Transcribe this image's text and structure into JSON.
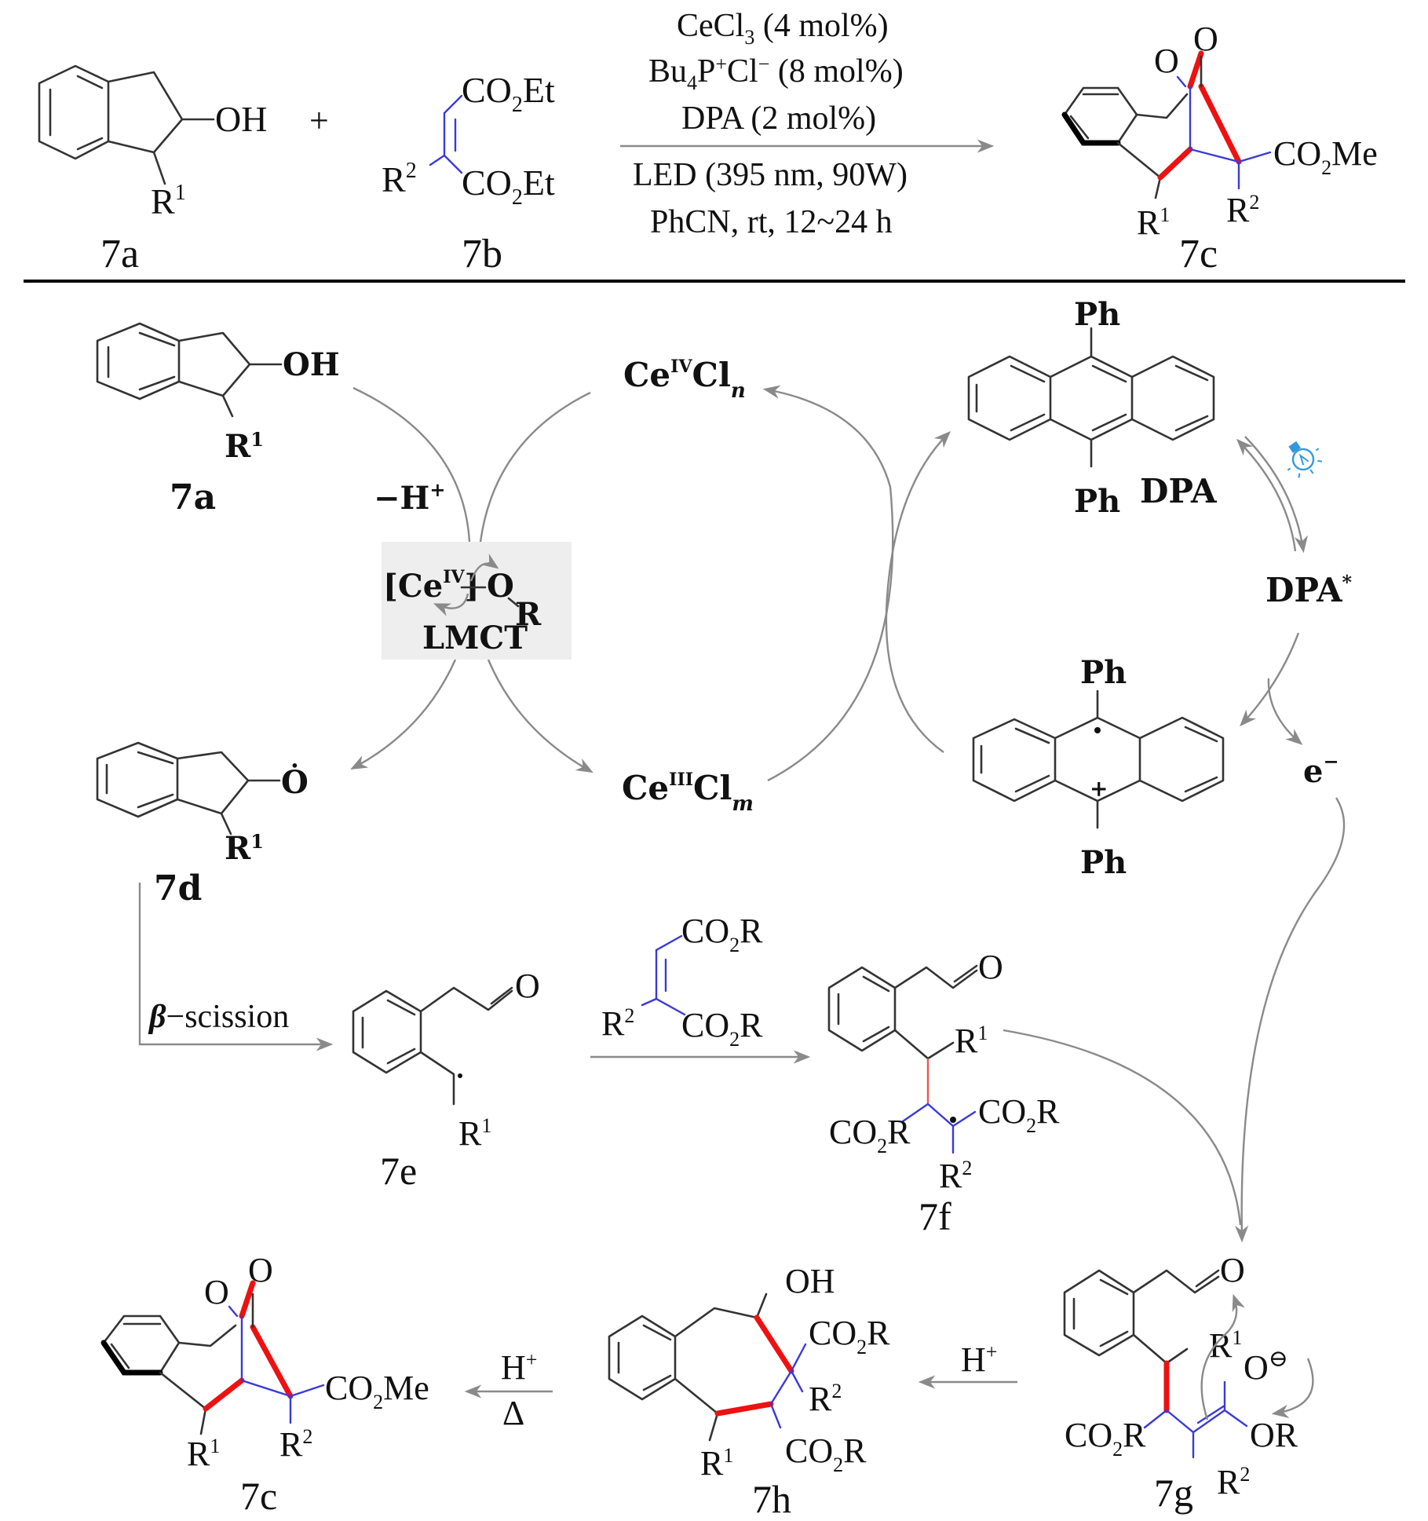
{
  "figure": {
    "type": "reaction-mechanism-scheme",
    "colors": {
      "bond": "#333333",
      "new_bond_highlight": "#ee1111",
      "alkene_fragment": "#3a3ad8",
      "arrow": "#8a8a8a",
      "lmct_box": "#eeeeee",
      "light_icon": "#3399dd"
    }
  },
  "top_reaction": {
    "reactant_1": {
      "label": "7a",
      "groups": [
        "OH",
        "R",
        "1"
      ]
    },
    "plus": "+",
    "reactant_2": {
      "label": "7b",
      "groups": [
        "CO",
        "2",
        "Et",
        "R",
        "2"
      ]
    },
    "conditions_above": [
      {
        "main": "CeCl",
        "sub": "3",
        "rest": " (4 mol%)"
      },
      {
        "main": "Bu",
        "sub": "4",
        "rest": "P",
        "sup": "+",
        "rest2": "Cl",
        "sup2": "−",
        "rest3": " (8 mol%)"
      },
      {
        "main": "DPA (2 mol%)"
      }
    ],
    "conditions_below": [
      "LED (395 nm, 90W)",
      "PhCN, rt, 12~24 h"
    ],
    "product": {
      "label": "7c",
      "groups": [
        "O",
        "O",
        "CO",
        "2",
        "Me",
        "R",
        "1",
        "R",
        "2"
      ]
    }
  },
  "mechanism": {
    "cmp_7a": {
      "label": "7a",
      "oh": "OH",
      "r": "R",
      "r_sup": "1"
    },
    "minus_h": {
      "text": "−H",
      "sup": "+"
    },
    "lmct_box": {
      "ce": "[Ce",
      "ce_sup": "IV",
      "close": "]",
      "o": "O",
      "r": "R",
      "caption": "LMCT"
    },
    "ce4": {
      "main": "Ce",
      "sup": "IV",
      "cl": "Cl",
      "sub": "n"
    },
    "ce3": {
      "main": "Ce",
      "sup": "III",
      "cl": "Cl",
      "sub": "m"
    },
    "dpa": {
      "ph_top": "Ph",
      "ph_bottom": "Ph",
      "label": "DPA"
    },
    "dpa_star": {
      "text": "DPA",
      "sup": "*"
    },
    "dpa_radical_cation": {
      "ph_top": "Ph",
      "ph_bottom": "Ph",
      "plus": "+"
    },
    "electron": {
      "text": "e",
      "sup": "−"
    },
    "cmp_7d": {
      "label": "7d",
      "o": "Ȯ",
      "r": "R",
      "r_sup": "1"
    },
    "beta_scission": {
      "beta": "β",
      "text": "−scission"
    },
    "cmp_7e": {
      "label": "7e",
      "o": "O",
      "r": "R",
      "r_sup": "1"
    },
    "alkene_reagent": {
      "co2r_top": "CO",
      "co2r_sub": "2",
      "co2r_r": "R",
      "r2": "R",
      "r2_sup": "2"
    },
    "cmp_7f": {
      "label": "7f",
      "o": "O",
      "r1": "R",
      "r1_sup": "1",
      "co2r": "CO",
      "co2r_sub": "2",
      "co2r_r": "R",
      "r2": "R",
      "r2_sup": "2"
    },
    "cmp_7g": {
      "label": "7g",
      "o": "O",
      "o_minus": "O",
      "minus_sym": "⊖",
      "r1": "R",
      "r1_sup": "1",
      "co2r": "CO",
      "sub": "2",
      "rr": "R",
      "or": "OR",
      "r2": "R",
      "r2_sup": "2"
    },
    "h_plus_1": {
      "text": "H",
      "sup": "+"
    },
    "cmp_7h": {
      "label": "7h",
      "oh": "OH",
      "co2r": "CO",
      "sub": "2",
      "rr": "R",
      "r1": "R",
      "r1_sup": "1",
      "r2": "R",
      "r2_sup": "2"
    },
    "h_plus_heat": {
      "text": "H",
      "sup": "+",
      "heat": "Δ"
    },
    "cmp_7c": {
      "label": "7c",
      "o": "O",
      "co2me": "CO",
      "sub": "2",
      "me": "Me",
      "r1": "R",
      "r1_sup": "1",
      "r2": "R",
      "r2_sup": "2"
    }
  }
}
